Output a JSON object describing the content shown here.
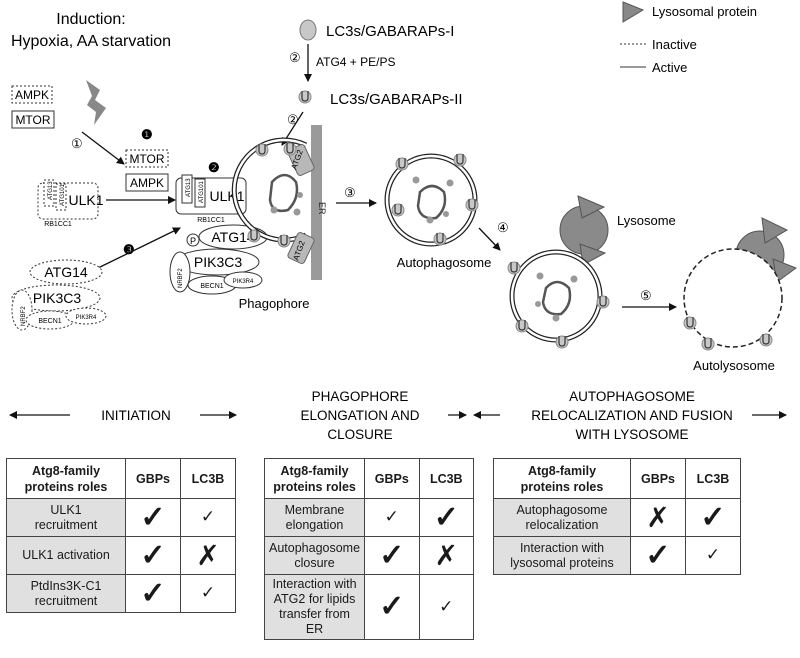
{
  "induction": {
    "title": "Induction:",
    "subtitle": "Hypoxia, AA starvation"
  },
  "legend": {
    "lysosomal_protein": "Lysosomal protein",
    "inactive": "Inactive",
    "active": "Active"
  },
  "labels": {
    "lc3_i": "LC3s/GABARAPs-I",
    "atg4": "ATG4 + PE/PS",
    "lc3_ii": "LC3s/GABARAPs-II",
    "ampk": "AMPK",
    "mtor": "MTOR",
    "ulk1": "ULK1",
    "atg14": "ATG14",
    "pik3c3": "PIK3C3",
    "atg13": "ATG13",
    "atg101": "ATG101",
    "rb1cc1": "RB1CC1",
    "nrbf2": "NRBF2",
    "becn1": "BECN1",
    "pik3r4": "PIK3R4",
    "p": "P",
    "atg2": "ATG2",
    "er": "ER",
    "phagophore": "Phagophore",
    "autophagosome": "Autophagosome",
    "lysosome": "Lysosome",
    "autolysosome": "Autolysosome"
  },
  "steps": {
    "s1": "①",
    "s2": "②",
    "s3": "③",
    "s4": "④",
    "s5": "⑤",
    "b1": "❶",
    "b2": "❷",
    "b3": "❸"
  },
  "phases": {
    "initiation": "INITIATION",
    "elongation": [
      "PHAGOPHORE",
      "ELONGATION AND",
      "CLOSURE"
    ],
    "fusion": [
      "AUTOPHAGOSOME",
      "RELOCALIZATION AND FUSION",
      "WITH LYSOSOME"
    ]
  },
  "tables": {
    "header": {
      "role": [
        "Atg8-family",
        "proteins roles"
      ],
      "gbps": "GBPs",
      "lc3b": "LC3B"
    },
    "symbols": {
      "check": "✓",
      "cross": "✗"
    },
    "initiation": [
      {
        "role": [
          "ULK1",
          "recruitment"
        ],
        "gbps": "check-big",
        "lc3b": "check-small"
      },
      {
        "role": [
          "ULK1 activation"
        ],
        "gbps": "check-big",
        "lc3b": "cross"
      },
      {
        "role": [
          "PtdIns3K-C1",
          "recruitment"
        ],
        "gbps": "check-big",
        "lc3b": "check-small"
      }
    ],
    "elongation": [
      {
        "role": [
          "Membrane",
          "elongation"
        ],
        "gbps": "check-small",
        "lc3b": "check-big"
      },
      {
        "role": [
          "Autophagosome",
          "closure"
        ],
        "gbps": "check-big",
        "lc3b": "cross"
      },
      {
        "role": [
          "Interaction with",
          "ATG2 for lipids",
          "transfer from ER"
        ],
        "gbps": "check-big",
        "lc3b": "check-small"
      }
    ],
    "fusion": [
      {
        "role": [
          "Autophagosome",
          "relocalization"
        ],
        "gbps": "cross",
        "lc3b": "check-big"
      },
      {
        "role": [
          "Interaction with",
          "lysosomal proteins"
        ],
        "gbps": "check-big",
        "lc3b": "check-small"
      }
    ]
  }
}
